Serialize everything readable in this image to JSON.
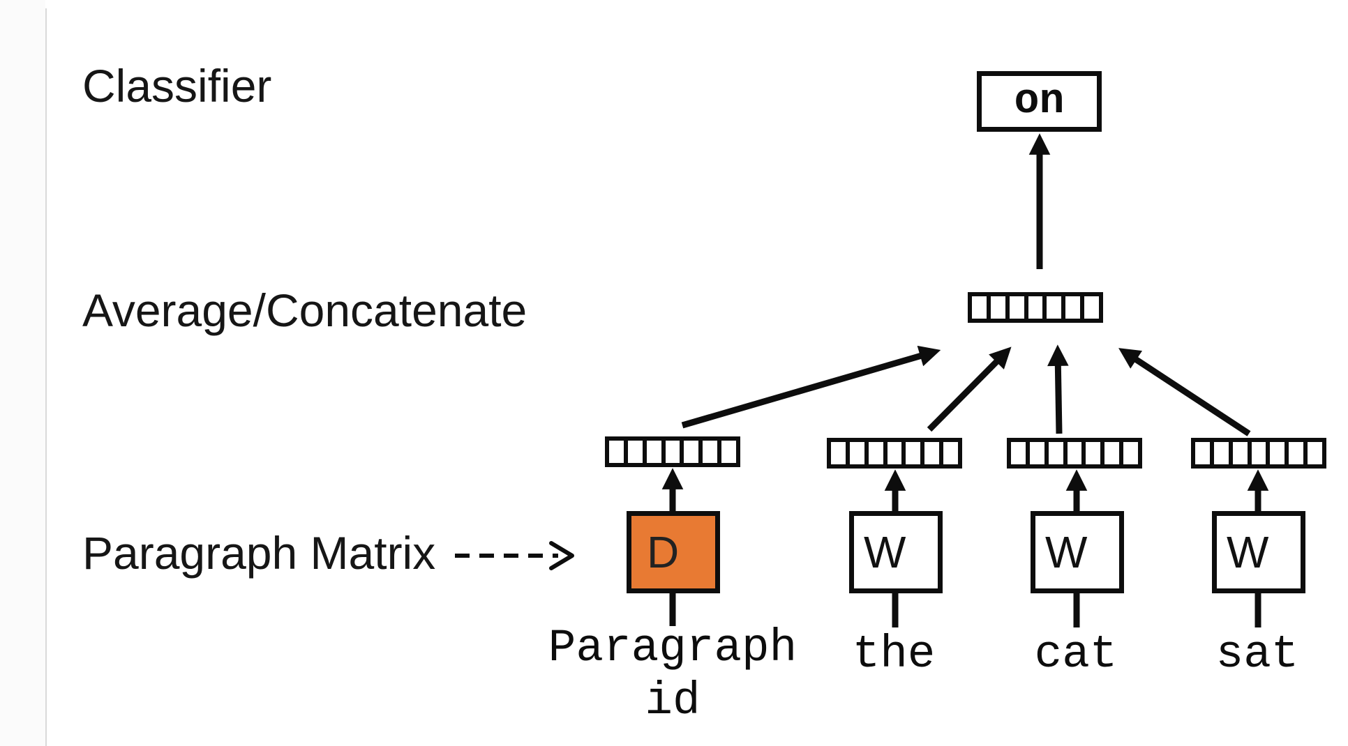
{
  "diagram": {
    "title_rows": {
      "classifier": "Classifier",
      "average_concatenate": "Average/Concatenate",
      "paragraph_matrix": "Paragraph Matrix"
    },
    "classifier_output_word": "on",
    "paragraph_matrix_letter": "D",
    "word_matrix_letter": "W",
    "paragraph_id_line1": "Paragraph",
    "paragraph_id_line2": "id",
    "words": [
      "the",
      "cat",
      "sat"
    ],
    "vector_cells": 7,
    "colors": {
      "paragraph_matrix_fill": "#E87A33",
      "stroke": "#0d0d0d",
      "panel_divider": "#d9d9d9"
    }
  }
}
